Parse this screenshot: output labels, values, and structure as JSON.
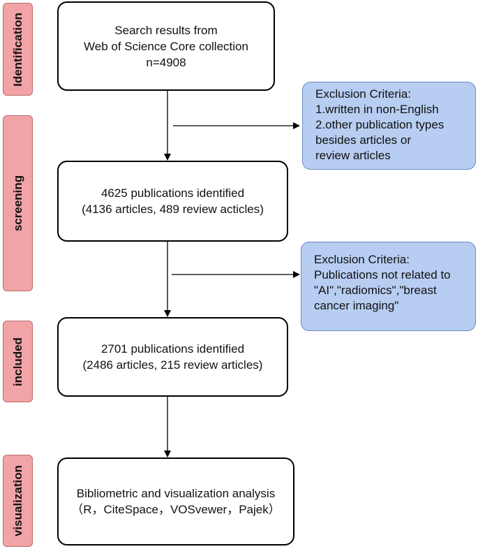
{
  "stages": [
    {
      "label": "Identification"
    },
    {
      "label": "screening"
    },
    {
      "label": "included"
    },
    {
      "label": "visualization"
    }
  ],
  "boxes": {
    "search": {
      "lines": [
        "Search results from",
        "Web of Science Core collection",
        "n=4908"
      ]
    },
    "screened": {
      "lines": [
        "4625 publications identified",
        "(4136 articles, 489 review acticles)"
      ]
    },
    "included": {
      "lines": [
        "2701 publications identified",
        "(2486 articles, 215 review articles)"
      ]
    },
    "analysis": {
      "lines": [
        "Bibliometric and visualization analysis",
        "（R，CiteSpace，VOSvewer，Pajek）"
      ]
    }
  },
  "exclusions": [
    {
      "lines": [
        "Exclusion Criteria:",
        "1.written in non-English",
        "2.other publication types",
        "besides articles or",
        "review articles"
      ]
    },
    {
      "lines": [
        "Exclusion Criteria:",
        "Publications not related to",
        "\"AI\",\"radiomics\",\"breast",
        "cancer imaging\""
      ]
    }
  ],
  "colors": {
    "stage_fill": "#f2a3a5",
    "exclusion_fill": "#b7cdf1",
    "box_border": "#000000"
  }
}
